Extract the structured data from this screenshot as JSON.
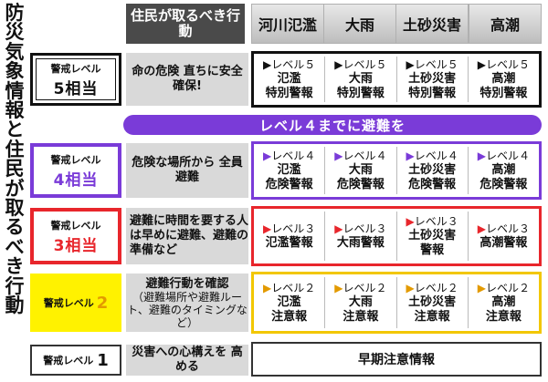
{
  "vertical_title": "防災気象情報と住民が取るべき行動",
  "header": {
    "action": "住民が取るべき行動",
    "types": [
      "河川氾濫",
      "大雨",
      "土砂災害",
      "高潮"
    ]
  },
  "banner": "レベル４までに避難を",
  "levels": [
    {
      "label": "警戒レベル",
      "value": "5相当",
      "action": "命の危険 直ちに安全確保!",
      "cells": [
        {
          "level": "レベル５",
          "name": "氾濫\n特別警報"
        },
        {
          "level": "レベル５",
          "name": "大雨\n特別警報"
        },
        {
          "level": "レベル５",
          "name": "土砂災害\n特別警報"
        },
        {
          "level": "レベル５",
          "name": "高潮\n特別警報"
        }
      ]
    },
    {
      "label": "警戒レベル",
      "value": "4相当",
      "action": "危険な場所から 全員避難",
      "cells": [
        {
          "level": "レベル４",
          "name": "氾濫\n危険警報"
        },
        {
          "level": "レベル４",
          "name": "大雨\n危険警報"
        },
        {
          "level": "レベル４",
          "name": "土砂災害\n危険警報"
        },
        {
          "level": "レベル４",
          "name": "高潮\n危険警報"
        }
      ]
    },
    {
      "label": "警戒レベル",
      "value": "3相当",
      "action": "避難に時間を要する人は早めに避難、避難の準備など",
      "cells": [
        {
          "level": "レベル３",
          "name": "氾濫警報"
        },
        {
          "level": "レベル３",
          "name": "大雨警報"
        },
        {
          "level": "レベル３",
          "name": "土砂災害\n警報"
        },
        {
          "level": "レベル３",
          "name": "高潮警報"
        }
      ]
    },
    {
      "label": "警戒レベル",
      "value": "2",
      "action": "避難行動を確認",
      "action_sub": "（避難場所や避難ルート、避難のタイミングなど）",
      "cells": [
        {
          "level": "レベル２",
          "name": "氾濫\n注意報"
        },
        {
          "level": "レベル２",
          "name": "大雨\n注意報"
        },
        {
          "level": "レベル２",
          "name": "土砂災害\n注意報"
        },
        {
          "level": "レベル２",
          "name": "高潮\n注意報"
        }
      ]
    },
    {
      "label": "警戒レベル",
      "value": "1",
      "action": "災害への心構えを 高める",
      "info": "早期注意情報"
    }
  ],
  "colors": {
    "level5": "#111111",
    "level4": "#7a3bd8",
    "level3": "#e8262c",
    "level2": "#fff200",
    "level1": "#333333",
    "header_dark": "#4a4a4a"
  }
}
